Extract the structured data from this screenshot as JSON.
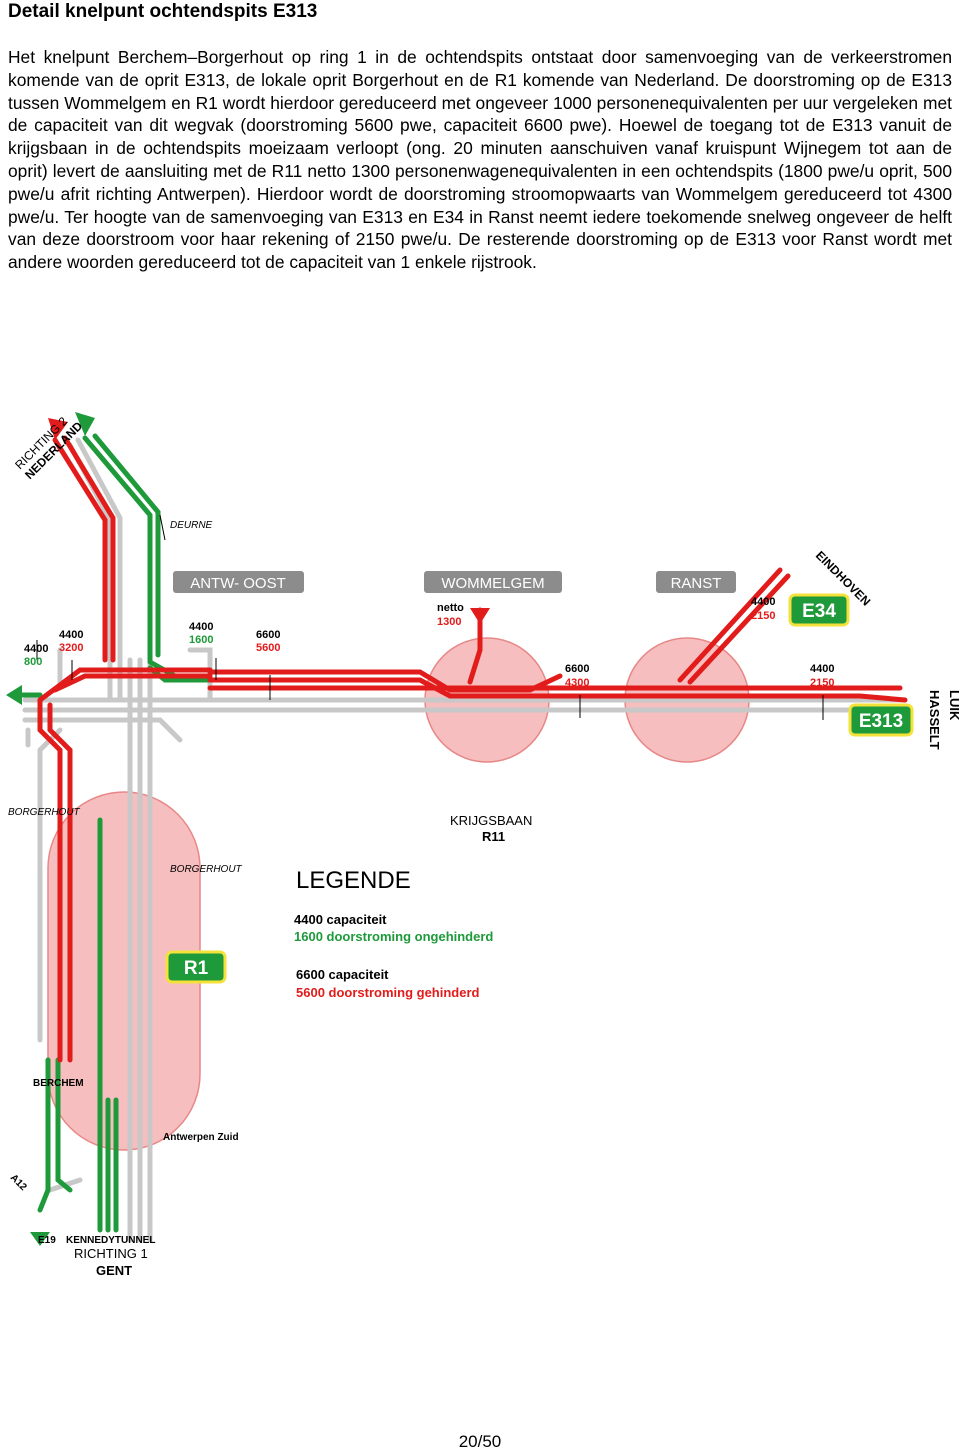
{
  "title": "Detail knelpunt ochtendspits E313",
  "paragraph": "Het knelpunt Berchem–Borgerhout op ring 1 in de ochtendspits ontstaat door samenvoeging van de verkeerstromen komende van de oprit E313, de lokale oprit Borgerhout en de R1 komende van Nederland. De doorstroming op de E313 tussen Wommelgem en R1 wordt hierdoor gereduceerd met ongeveer 1000 personenequivalenten per uur vergeleken met de capaciteit van dit wegvak (doorstroming 5600 pwe, capaciteit 6600 pwe). Hoewel de toegang tot de E313 vanuit de krijgsbaan in de ochtendspits moeizaam verloopt (ong. 20 minuten aanschuiven vanaf kruispunt Wijnegem tot aan de oprit) levert de aansluiting met de R11 netto 1300 personenwagenequivalenten in een ochtendspits (1800 pwe/u oprit, 500 pwe/u afrit richting Antwerpen). Hierdoor wordt de doorstroming stroomopwaarts van Wommelgem gereduceerd tot 4300 pwe/u. Ter hoogte van de samenvoeging van E313 en E34 in Ranst neemt iedere toekomende snelweg ongeveer de helft van deze doorstroom voor haar rekening of 2150 pwe/u. De resterende doorstroming op de E313 voor Ranst wordt met andere woorden gereduceerd tot de capaciteit van 1 enkele rijstrook.",
  "diagram": {
    "richting2_line1": "RICHTING 2",
    "richting2_line2": "NEDERLAND",
    "deurne": "DEURNE",
    "antw_oost": "ANTW- OOST",
    "wommelgem": "WOMMELGEM",
    "ranst": "RANST",
    "eindhoven": "EINDHOVEN",
    "e34": "E34",
    "e313": "E313",
    "r1": "R1",
    "luik": "LUIK",
    "hasselt": "HASSELT",
    "borgerhout_top": "BORGERHOUT",
    "borgerhout_inner": "BORGERHOUT",
    "krijgsbaan": "KRIJGSBAAN",
    "r11": "R11",
    "berchem": "BERCHEM",
    "antwerpen_zuid": "Antwerpen Zuid",
    "a12": "A12",
    "e19": "E19",
    "kennedytunnel": "KENNEDYTUNNEL",
    "richting1_line1": "RICHTING 1",
    "richting1_line2": "GENT",
    "v_4400_left": "4400",
    "v_800": "800",
    "v_4400_b": "4400",
    "v_3200": "3200",
    "v_4400_c": "4400",
    "v_1600": "1600",
    "v_6600_a": "6600",
    "v_5600": "5600",
    "netto": "netto",
    "v_1300": "1300",
    "v_6600_b": "6600",
    "v_4300": "4300",
    "v_4400_e34": "4400",
    "v_2150_e34": "2150",
    "v_4400_e313": "4400",
    "v_2150_e313": "2150",
    "legend_title": "LEGENDE",
    "legend_1a": "4400 capaciteit",
    "legend_1b": "1600 doorstroming ongehinderd",
    "legend_2a": "6600 capaciteit",
    "legend_2b": "5600 doorstroming gehinderd"
  },
  "colors": {
    "green": "#1e9a3a",
    "red": "#e21b1b",
    "grey": "#c8c8c8",
    "circle_fill": "#f5b3b3",
    "sign_green": "#1f9a3b",
    "sign_border": "#f4e23a",
    "badge_grey": "#8c8c8c"
  },
  "page_number": "20/50"
}
